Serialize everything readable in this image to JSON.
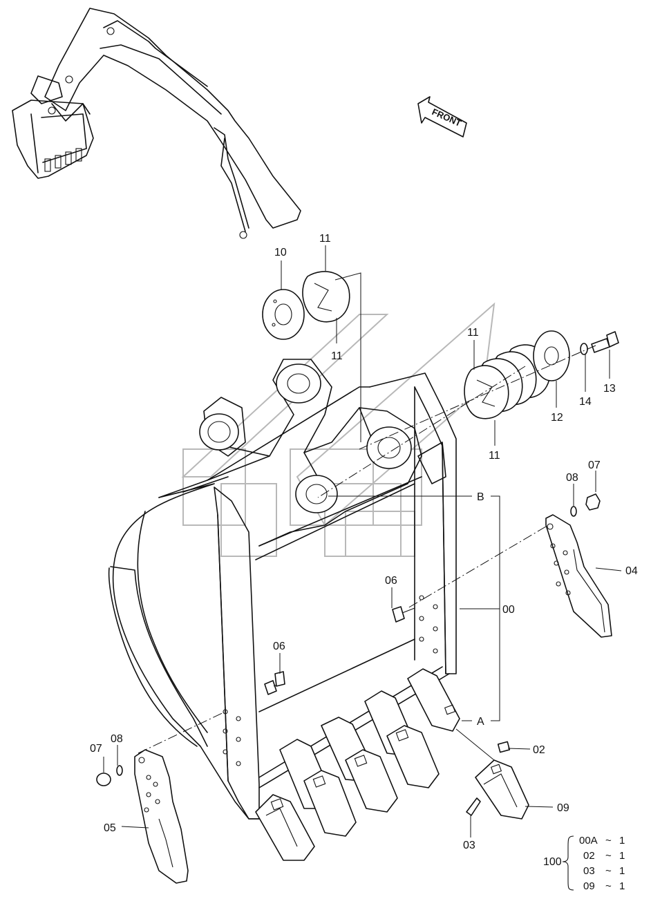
{
  "orientation_label": "FRONT",
  "callouts": {
    "p00": "00",
    "p02": "02",
    "p03": "03",
    "p04": "04",
    "p05": "05",
    "p06a": "06",
    "p06b": "06",
    "p07a": "07",
    "p07b": "07",
    "p08a": "08",
    "p08b": "08",
    "p09": "09",
    "p10": "10",
    "p11a": "11",
    "p11b": "11",
    "p11c": "11",
    "p11d": "11",
    "p12": "12",
    "p13": "13",
    "p14": "14",
    "refA": "A",
    "refB": "B"
  },
  "kit": {
    "number": "100",
    "items": [
      {
        "part": "00A",
        "sep": "~",
        "qty": "1"
      },
      {
        "part": "02",
        "sep": "~",
        "qty": "1"
      },
      {
        "part": "03",
        "sep": "~",
        "qty": "1"
      },
      {
        "part": "09",
        "sep": "~",
        "qty": "1"
      }
    ]
  }
}
